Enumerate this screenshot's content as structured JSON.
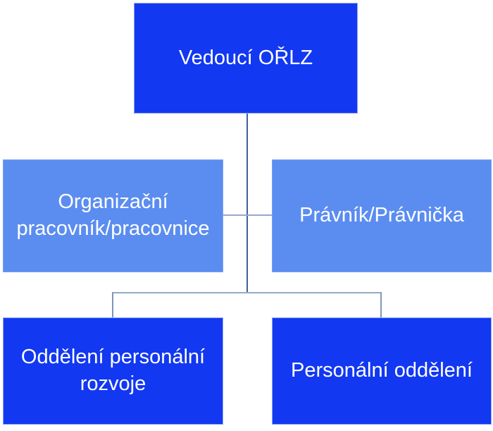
{
  "diagram": {
    "type": "org-chart",
    "nodes": {
      "top": {
        "label": "Vedoucí OŘLZ",
        "variant": "dark"
      },
      "mid_left": {
        "label": "Organizační\npracovník/pracovnice",
        "variant": "light"
      },
      "mid_right": {
        "label": "Právník/Právnička",
        "variant": "light"
      },
      "bottom_left": {
        "label": "Oddělení personální\nrozvoje",
        "variant": "dark"
      },
      "bottom_right": {
        "label": "Personální oddělení",
        "variant": "dark"
      }
    },
    "edges": [
      {
        "from": "top",
        "to": "mid_left"
      },
      {
        "from": "top",
        "to": "mid_right"
      },
      {
        "from": "top",
        "to": "bottom_left"
      },
      {
        "from": "top",
        "to": "bottom_right"
      }
    ],
    "colors": {
      "node_dark": "#1238f2",
      "node_light": "#5b8df0",
      "text": "#ffffff",
      "connector_trunk": "#3f5f9b",
      "connector_horizontal": "#93a9c9",
      "connector_drop": "#7f96bd",
      "background": "#ffffff"
    }
  }
}
